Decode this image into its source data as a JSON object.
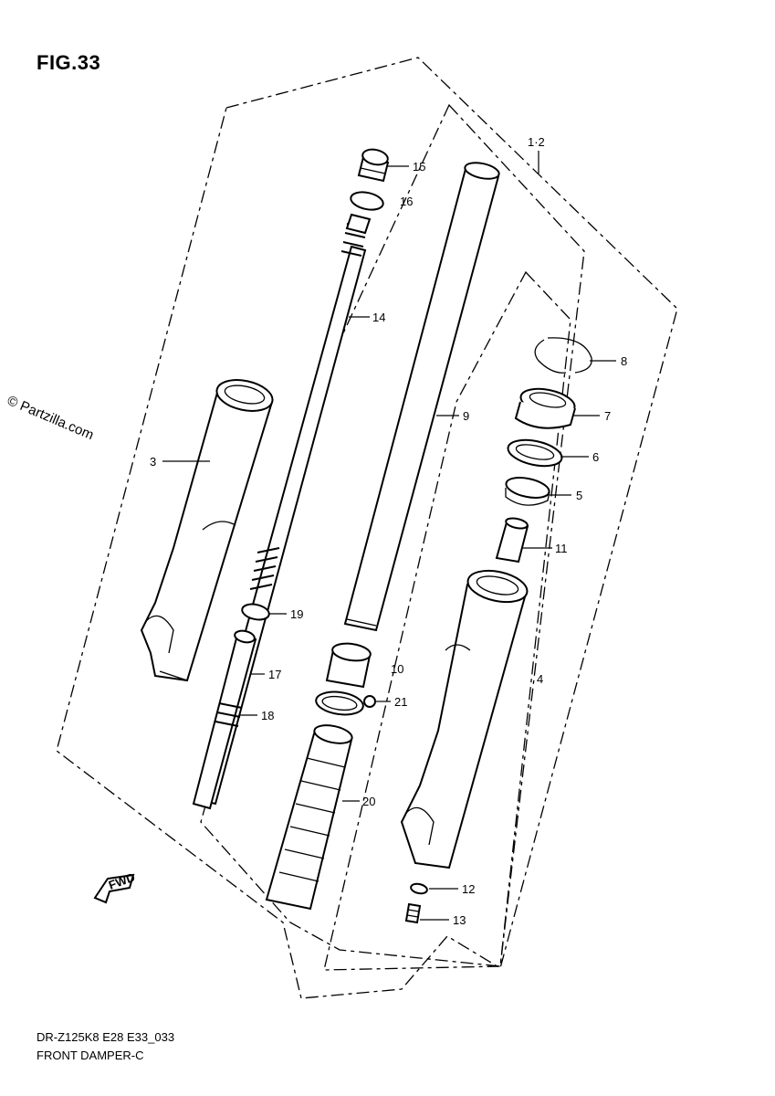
{
  "figure": {
    "title": "FIG.33",
    "watermark": "© Partzilla.com",
    "code": "DR-Z125K8 E28 E33_033",
    "name": "FRONT DAMPER-C"
  },
  "fwd_label": "FWD",
  "callouts": [
    {
      "id": "1-2",
      "text": "1·2"
    },
    {
      "id": "3",
      "text": "3"
    },
    {
      "id": "4",
      "text": "4"
    },
    {
      "id": "5",
      "text": "5"
    },
    {
      "id": "6",
      "text": "6"
    },
    {
      "id": "7",
      "text": "7"
    },
    {
      "id": "8",
      "text": "8"
    },
    {
      "id": "9",
      "text": "9"
    },
    {
      "id": "10",
      "text": "10"
    },
    {
      "id": "11",
      "text": "11"
    },
    {
      "id": "12",
      "text": "12"
    },
    {
      "id": "13",
      "text": "13"
    },
    {
      "id": "14",
      "text": "14"
    },
    {
      "id": "15",
      "text": "15"
    },
    {
      "id": "16",
      "text": "16"
    },
    {
      "id": "17",
      "text": "17"
    },
    {
      "id": "18",
      "text": "18"
    },
    {
      "id": "19",
      "text": "19"
    },
    {
      "id": "20",
      "text": "20"
    },
    {
      "id": "21",
      "text": "21"
    }
  ]
}
